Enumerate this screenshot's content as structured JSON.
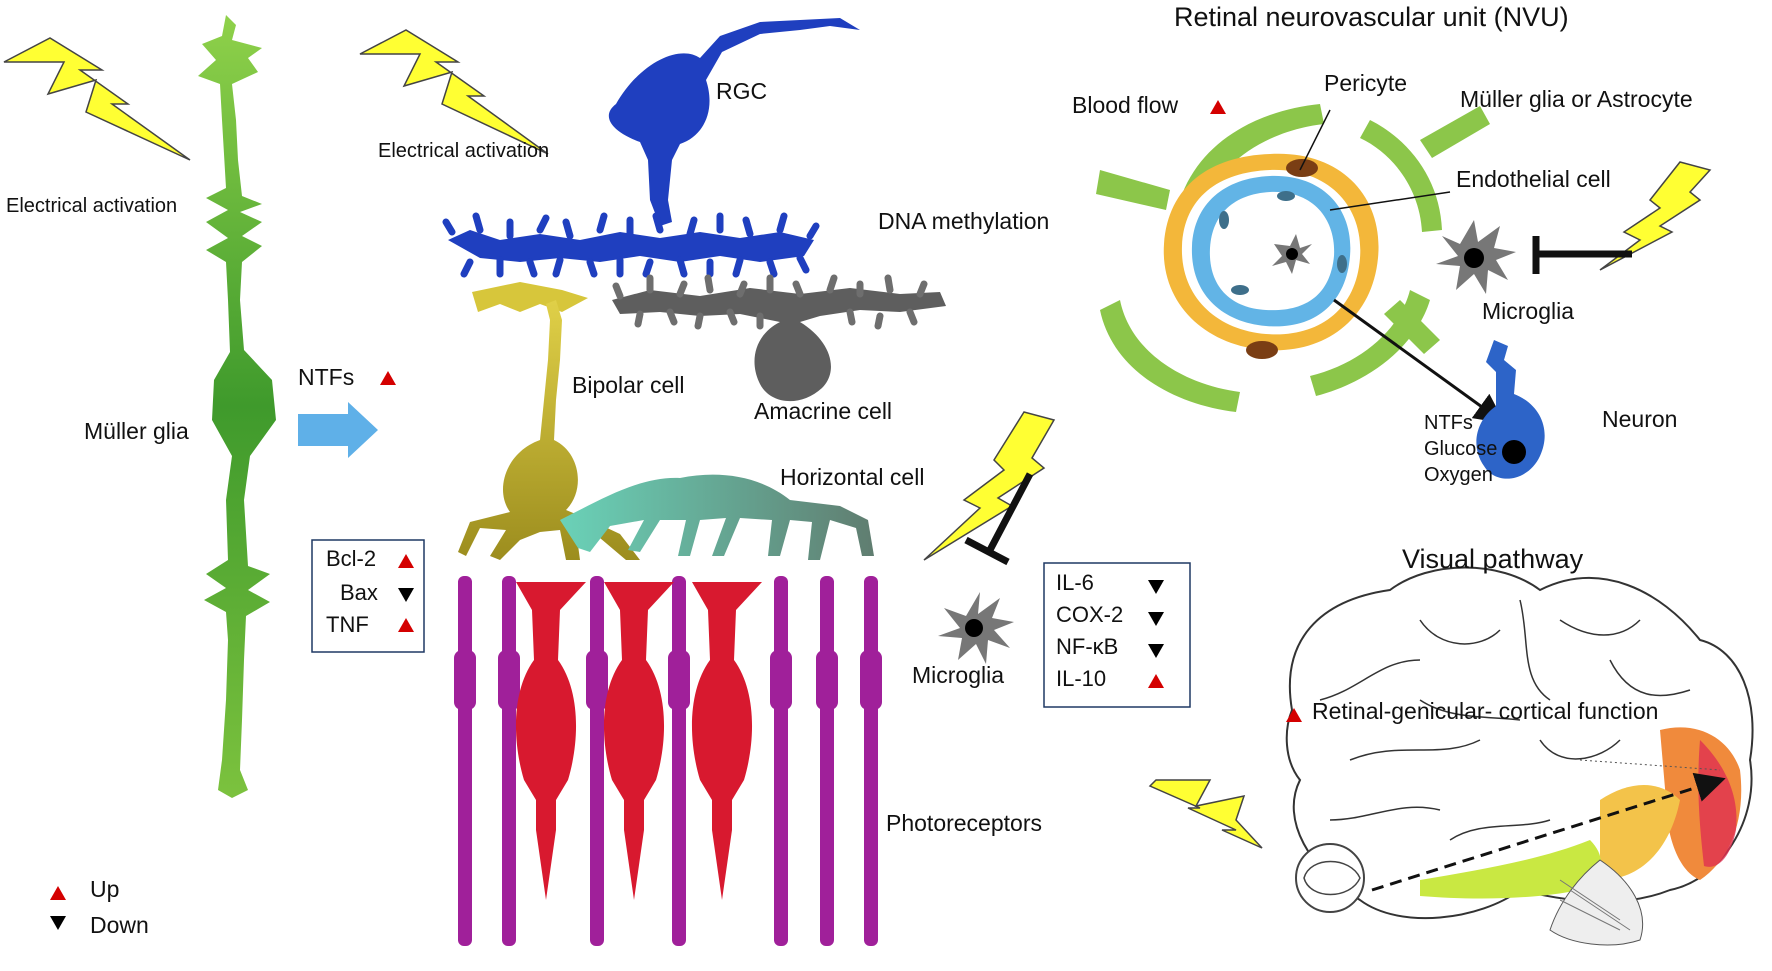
{
  "labels": {
    "electrical_activation_1": "Electrical activation",
    "electrical_activation_2": "Electrical activation",
    "muller_glia": "Müller glia",
    "ntfs": "NTFs",
    "rgc": "RGC",
    "dna_methylation": "DNA methylation",
    "bipolar_cell": "Bipolar cell",
    "amacrine_cell": "Amacrine cell",
    "horizontal_cell": "Horizontal cell",
    "photoreceptors": "Photoreceptors",
    "microglia_retina": "Microglia",
    "nvu_title": "Retinal neurovascular unit (NVU)",
    "blood_flow": "Blood flow",
    "pericyte": "Pericyte",
    "muller_or_astrocyte": "Müller glia or Astrocyte",
    "endothelial_cell": "Endothelial cell",
    "microglia_nvu": "Microglia",
    "neuron": "Neuron",
    "nvu_ntfs": "NTFs",
    "glucose": "Glucose",
    "oxygen": "Oxygen",
    "visual_pathway": "Visual pathway",
    "retinal_genicular": "Retinal-genicular- cortical function"
  },
  "apoptosis_box": [
    {
      "name": "Bcl-2",
      "direction": "up"
    },
    {
      "name": "Bax",
      "direction": "down"
    },
    {
      "name": "TNF",
      "direction": "up"
    }
  ],
  "cytokine_box": [
    {
      "name": "IL-6",
      "direction": "down"
    },
    {
      "name": "COX-2",
      "direction": "down"
    },
    {
      "name": "NF-κB",
      "direction": "down"
    },
    {
      "name": "IL-10",
      "direction": "up"
    }
  ],
  "legend": {
    "up": "Up",
    "down": "Down"
  },
  "colors": {
    "muller": "#6cae2e",
    "rgc": "#1f3fbf",
    "bipolar": "#bfae2a",
    "amacrine": "#5e5e5e",
    "horizontal": "#5fb08c",
    "rod": "#a0209a",
    "cone": "#d8192f",
    "lightning": "#ffff33",
    "arrow_blue": "#5fb0e8",
    "up_marker": "#d40000",
    "astro": "#8cc64a",
    "pericyte": "#f3b73a",
    "endothelial": "#62b4e6",
    "neuron": "#2d64c8"
  }
}
